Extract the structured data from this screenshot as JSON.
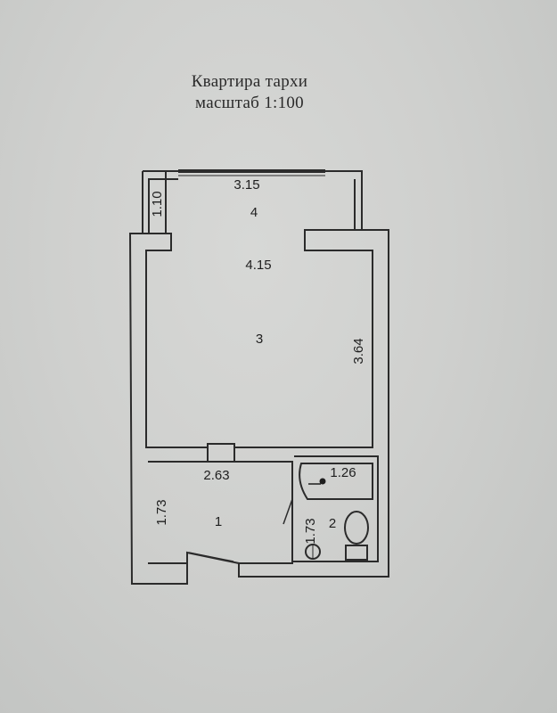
{
  "title": {
    "line1": "Квартира тархи",
    "line2": "масштаб 1:100"
  },
  "rooms": {
    "r1": "1",
    "r2": "2",
    "r3": "3",
    "r4": "4"
  },
  "dimensions": {
    "balcony_width": "3.15",
    "balcony_depth": "1.10",
    "room3_width": "4.15",
    "room3_length": "3.64",
    "hall_width": "2.63",
    "hall_length": "1.73",
    "bath_width": "1.26",
    "bath_length": "1.73"
  }
}
